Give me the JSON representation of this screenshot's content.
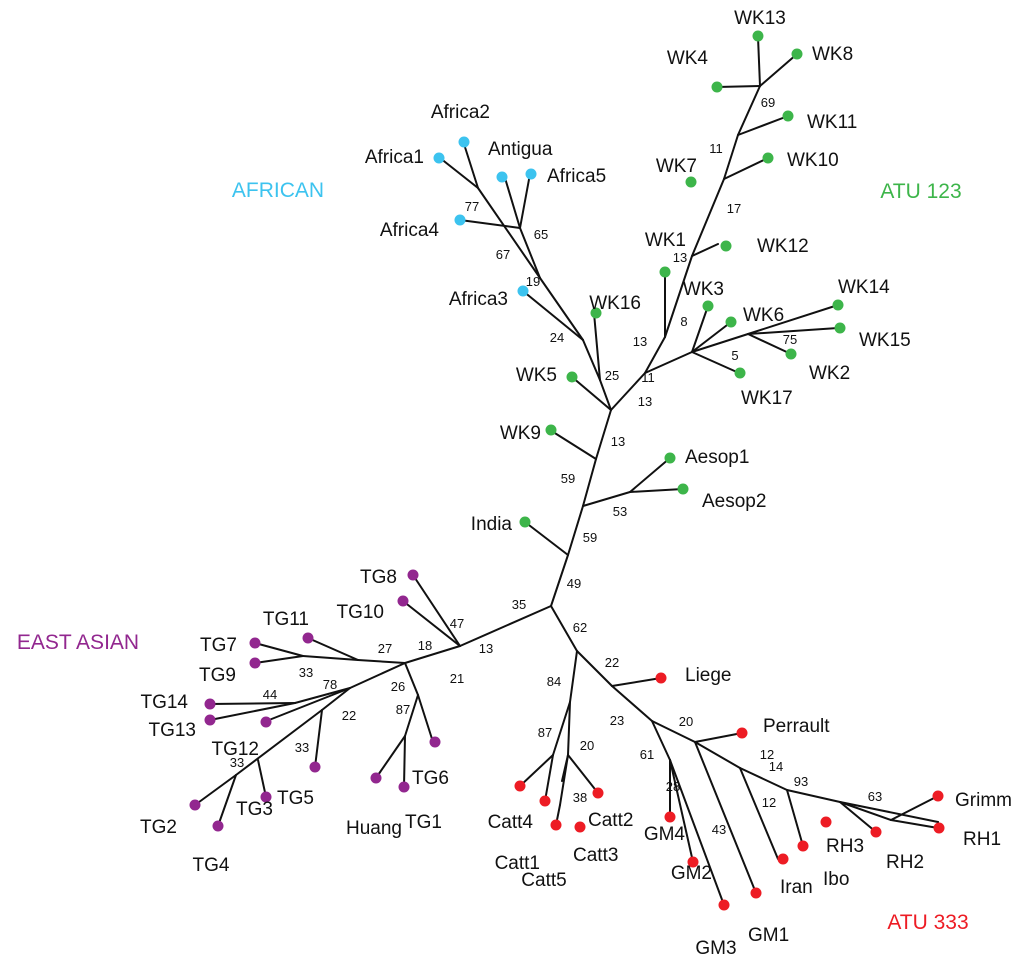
{
  "colors": {
    "african": "#3cc3ef",
    "atu123": "#3db54a",
    "east_asian": "#92278f",
    "atu333": "#ed1c24",
    "branch": "#111111"
  },
  "groups": [
    {
      "key": "african",
      "title": "AFRICAN",
      "color": "#3cc3ef"
    },
    {
      "key": "atu123",
      "title": "ATU 123",
      "color": "#3db54a"
    },
    {
      "key": "east_asian",
      "title": "EAST ASIAN",
      "color": "#92278f"
    },
    {
      "key": "atu333",
      "title": "ATU 333",
      "color": "#ed1c24"
    }
  ],
  "leaves": [
    {
      "label": "Africa1",
      "group": "african"
    },
    {
      "label": "Africa2",
      "group": "african"
    },
    {
      "label": "Antigua",
      "group": "african"
    },
    {
      "label": "Africa5",
      "group": "african"
    },
    {
      "label": "Africa4",
      "group": "african"
    },
    {
      "label": "Africa3",
      "group": "african"
    },
    {
      "label": "WK13",
      "group": "atu123"
    },
    {
      "label": "WK4",
      "group": "atu123"
    },
    {
      "label": "WK8",
      "group": "atu123"
    },
    {
      "label": "WK11",
      "group": "atu123"
    },
    {
      "label": "WK7",
      "group": "atu123"
    },
    {
      "label": "WK10",
      "group": "atu123"
    },
    {
      "label": "WK1",
      "group": "atu123"
    },
    {
      "label": "WK12",
      "group": "atu123"
    },
    {
      "label": "WK3",
      "group": "atu123"
    },
    {
      "label": "WK6",
      "group": "atu123"
    },
    {
      "label": "WK14",
      "group": "atu123"
    },
    {
      "label": "WK15",
      "group": "atu123"
    },
    {
      "label": "WK2",
      "group": "atu123"
    },
    {
      "label": "WK17",
      "group": "atu123"
    },
    {
      "label": "WK16",
      "group": "atu123"
    },
    {
      "label": "WK5",
      "group": "atu123"
    },
    {
      "label": "WK9",
      "group": "atu123"
    },
    {
      "label": "Aesop1",
      "group": "atu123"
    },
    {
      "label": "Aesop2",
      "group": "atu123"
    },
    {
      "label": "India",
      "group": "atu123"
    },
    {
      "label": "TG8",
      "group": "east_asian"
    },
    {
      "label": "TG10",
      "group": "east_asian"
    },
    {
      "label": "TG11",
      "group": "east_asian"
    },
    {
      "label": "TG7",
      "group": "east_asian"
    },
    {
      "label": "TG9",
      "group": "east_asian"
    },
    {
      "label": "TG14",
      "group": "east_asian"
    },
    {
      "label": "TG13",
      "group": "east_asian"
    },
    {
      "label": "TG12",
      "group": "east_asian"
    },
    {
      "label": "TG2",
      "group": "east_asian"
    },
    {
      "label": "TG3",
      "group": "east_asian"
    },
    {
      "label": "TG4",
      "group": "east_asian"
    },
    {
      "label": "TG5",
      "group": "east_asian"
    },
    {
      "label": "Huang",
      "group": "east_asian"
    },
    {
      "label": "TG1",
      "group": "east_asian"
    },
    {
      "label": "TG6",
      "group": "east_asian"
    },
    {
      "label": "Liege",
      "group": "atu333"
    },
    {
      "label": "Perrault",
      "group": "atu333"
    },
    {
      "label": "Catt4",
      "group": "atu333"
    },
    {
      "label": "Catt2",
      "group": "atu333"
    },
    {
      "label": "Catt1",
      "group": "atu333"
    },
    {
      "label": "Catt3",
      "group": "atu333"
    },
    {
      "label": "Catt5",
      "group": "atu333"
    },
    {
      "label": "GM4",
      "group": "atu333"
    },
    {
      "label": "GM2",
      "group": "atu333"
    },
    {
      "label": "GM1",
      "group": "atu333"
    },
    {
      "label": "GM3",
      "group": "atu333"
    },
    {
      "label": "Iran",
      "group": "atu333"
    },
    {
      "label": "Ibo",
      "group": "atu333"
    },
    {
      "label": "RH3",
      "group": "atu333"
    },
    {
      "label": "RH2",
      "group": "atu333"
    },
    {
      "label": "Grimm",
      "group": "atu333"
    },
    {
      "label": "RH1",
      "group": "atu333"
    }
  ],
  "support_values": [
    "77",
    "67",
    "65",
    "19",
    "24",
    "25",
    "69",
    "11",
    "17",
    "13",
    "13",
    "8",
    "75",
    "5",
    "11",
    "13",
    "13",
    "59",
    "53",
    "59",
    "49",
    "35",
    "47",
    "13",
    "27",
    "18",
    "33",
    "78",
    "44",
    "26",
    "22",
    "33",
    "33",
    "21",
    "87",
    "62",
    "22",
    "84",
    "87",
    "20",
    "38",
    "23",
    "20",
    "61",
    "28",
    "43",
    "12",
    "14",
    "12",
    "93",
    "63"
  ]
}
